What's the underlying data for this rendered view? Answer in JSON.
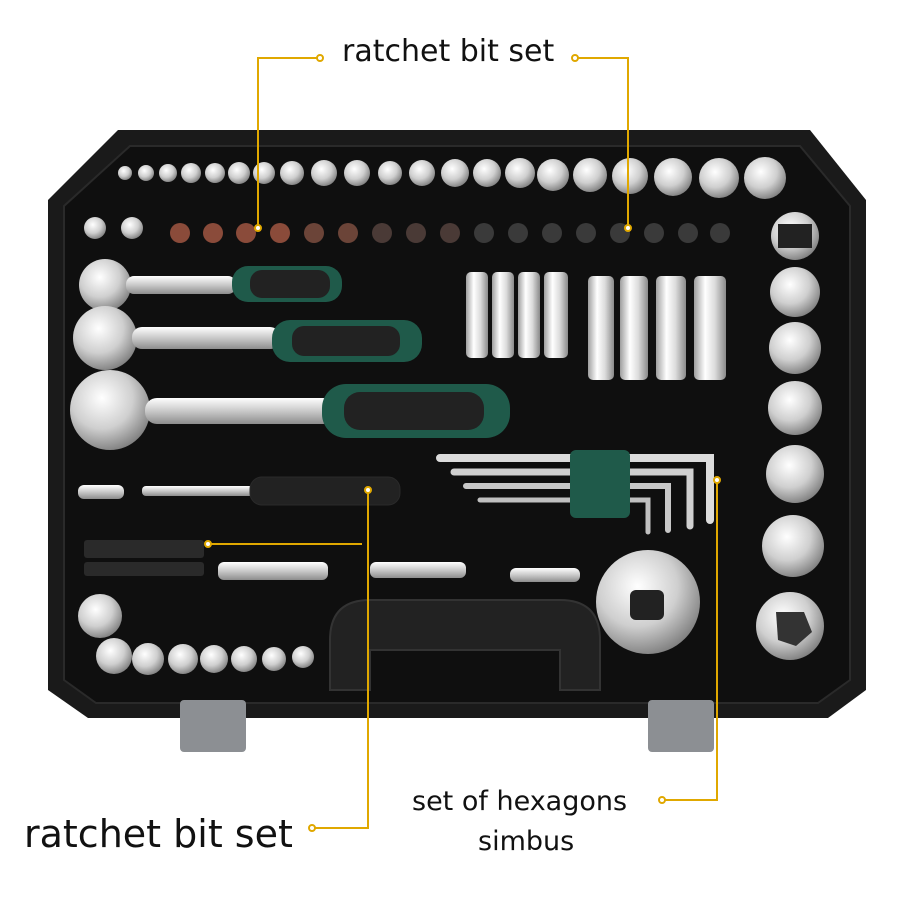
{
  "image": {
    "description_labels": {
      "top": "ratchet bit set",
      "bottom_left": "ratchet bit set",
      "right_line1": "set of hexagons",
      "right_line2": "simbus"
    },
    "colors": {
      "case": "#1a1a1a",
      "tray": "#0f0f0f",
      "chrome": "#d9d9d9",
      "handle_green": "#1f5a4a",
      "callout": "#e0a800",
      "copper": "#8a4b3a",
      "latch": "#8c8f93"
    }
  }
}
